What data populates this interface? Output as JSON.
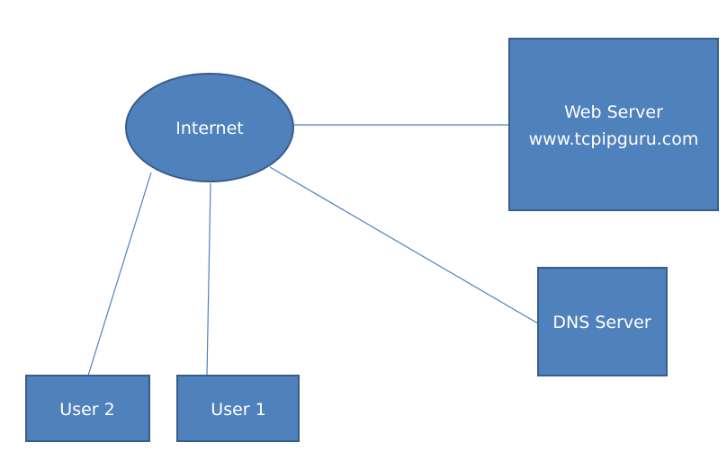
{
  "nodes": {
    "internet": {
      "label": "Internet"
    },
    "web_server": {
      "label_line1": "Web Server",
      "label_line2": "www.tcpipguru.com"
    },
    "dns_server": {
      "label": "DNS Server"
    },
    "user1": {
      "label": "User 1"
    },
    "user2": {
      "label": "User 2"
    }
  },
  "colors": {
    "node_fill": "#4f81bd",
    "node_stroke": "#385d8a",
    "connector": "#4f81bd",
    "label_text": "#ffffff",
    "background": "#ffffff"
  }
}
